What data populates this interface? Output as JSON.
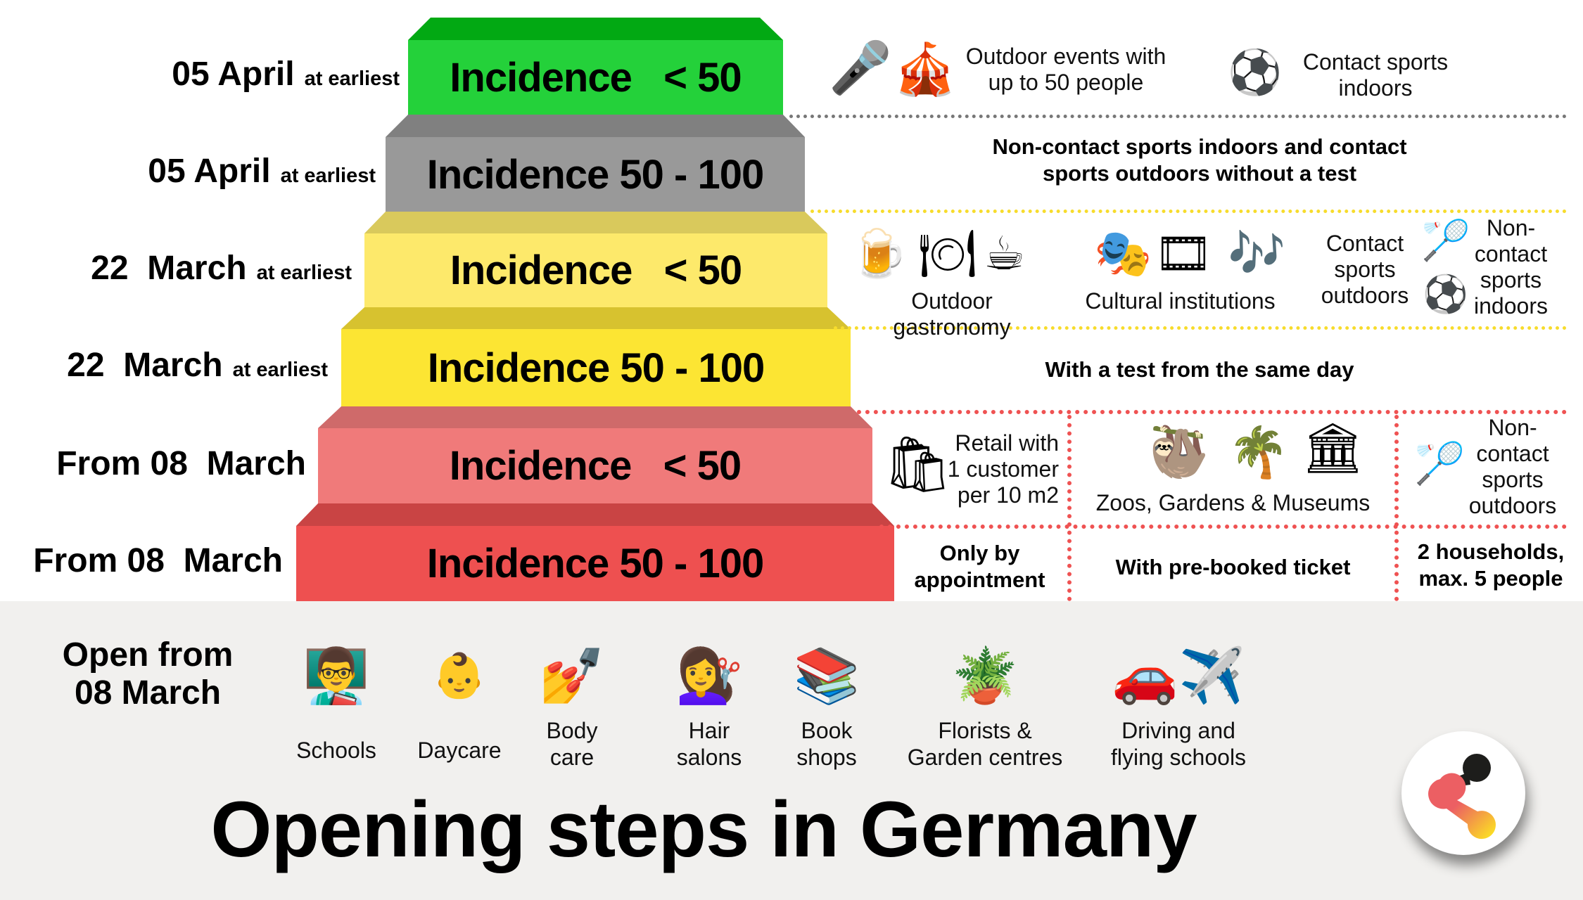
{
  "title": "Opening steps in Germany",
  "colors": {
    "green_face": "#24d13a",
    "green_top": "#02a913",
    "gray_face": "#999999",
    "gray_top": "#808080",
    "yellow1_face": "#fde96b",
    "yellow1_top": "#d9c95c",
    "yellow2_face": "#fce533",
    "yellow2_top": "#d7c22f",
    "red1_face": "#f07a7a",
    "red1_top": "#cf6a6a",
    "red2_face": "#ee5050",
    "red2_top": "#c94444",
    "bottom_panel": "#f1f0ee",
    "gray_dots": "#777777",
    "yellow_dots": "#f7dc2c",
    "red_dots": "#ef5252"
  },
  "steps": [
    {
      "date": "05 April",
      "qualifier": "at earliest",
      "incidence": "Incidence   < 50"
    },
    {
      "date": "05 April",
      "qualifier": "at earliest",
      "incidence": "Incidence 50 - 100"
    },
    {
      "date": "22  March",
      "qualifier": "at earliest",
      "incidence": "Incidence   < 50"
    },
    {
      "date": "22  March",
      "qualifier": "at earliest",
      "incidence": "Incidence 50 - 100"
    },
    {
      "date": "From 08  March",
      "qualifier": "",
      "incidence": "Incidence   < 50"
    },
    {
      "date": "From 08  March",
      "qualifier": "",
      "incidence": "Incidence 50 - 100"
    }
  ],
  "april": {
    "row1": {
      "events": {
        "label": "Outdoor events with\nup to 50 people",
        "icons": [
          "microphone-icon",
          "circus-tent-icon"
        ]
      },
      "contact_sports": {
        "label": "Contact sports\nindoors",
        "icons": [
          "soccer-ball-icon"
        ]
      }
    },
    "row2": {
      "condition": "Non-contact sports indoors and contact\nsports outdoors without a test"
    }
  },
  "march22": {
    "row1": {
      "gastronomy": {
        "label": "Outdoor\ngastronomy",
        "icons": [
          "beer-mug-icon",
          "plate-cutlery-icon",
          "hot-beverage-icon"
        ]
      },
      "culture": {
        "label": "Cultural institutions",
        "icons": [
          "performing-arts-icon",
          "film-strip-icon",
          "music-notes-icon"
        ]
      },
      "contact_outdoors": {
        "label": "Contact\nsports\noutdoors"
      },
      "noncontact_indoors": {
        "label": "Non-\ncontact\nsports\nindoors",
        "icons": [
          "badminton-icon",
          "soccer-ball-icon"
        ]
      }
    },
    "row2": {
      "condition": "With a test from the same day"
    }
  },
  "march08": {
    "row1": {
      "retail": {
        "label": "Retail with\n1 customer\nper 10 m2",
        "icons": [
          "shopping-bags-icon"
        ]
      },
      "zoos": {
        "label": "Zoos, Gardens & Museums",
        "icons": [
          "sloth-icon",
          "palm-tree-icon",
          "museum-icon"
        ]
      },
      "noncontact_outdoors": {
        "label": "Non-\ncontact\nsports\noutdoors",
        "icons": [
          "badminton-icon"
        ]
      }
    },
    "row2": {
      "retail_condition": "Only by\nappointment",
      "zoos_condition": "With pre-booked ticket",
      "sports_condition": "2 households,\nmax. 5 people"
    }
  },
  "open_from": {
    "heading": "Open from\n08  March",
    "items": [
      {
        "label": "Schools",
        "icon": "teacher-icon",
        "glyph": "👨‍🏫"
      },
      {
        "label": "Daycare",
        "icon": "baby-icon",
        "glyph": "👶"
      },
      {
        "label": "Body\ncare",
        "icon": "nail-polish-icon",
        "glyph": "💅"
      },
      {
        "label": "Hair\nsalons",
        "icon": "haircut-icon",
        "glyph": "💇‍♀️"
      },
      {
        "label": "Book\nshops",
        "icon": "books-icon",
        "glyph": "📚"
      },
      {
        "label": "Florists &\nGarden centres",
        "icon": "potted-plant-icon",
        "glyph": "🪴"
      },
      {
        "label": "Driving and\nflying schools",
        "icon": "car-plane-icon",
        "glyph": "🚗✈️"
      }
    ]
  },
  "glyphs": {
    "mic": "🎤",
    "tent": "🎪",
    "soccer": "⚽",
    "beer": "🍺",
    "plate": "🍽",
    "coffee": "☕",
    "masks": "🎭",
    "film": "🎞",
    "music": "🎶",
    "badminton": "🏸",
    "bags": "🛍",
    "sloth": "🦥",
    "palm": "🌴",
    "museum": "🏛"
  }
}
